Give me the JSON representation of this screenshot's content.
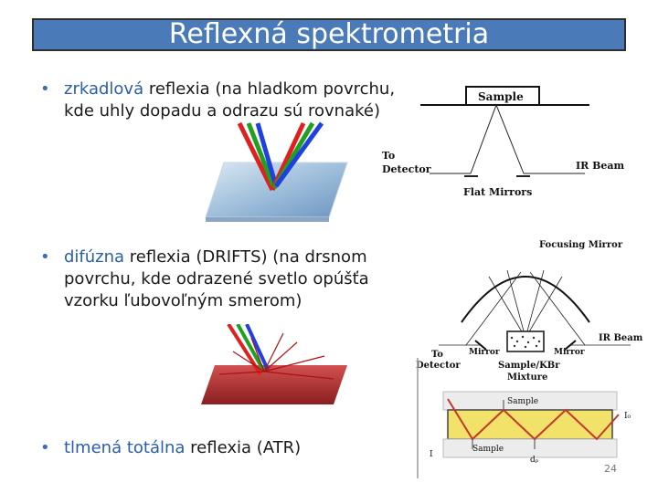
{
  "title": "Reflexná spektrometria",
  "bullets": [
    {
      "highlight": "zrkadlová",
      "line1_rest": " reflexia (na hladkom povrchu,",
      "line2": "kde uhly dopadu a odrazu sú rovnaké)"
    },
    {
      "highlight": "difúzna",
      "line1_rest": " reflexia (DRIFTS) (na drsnom",
      "line2": "povrchu, kde odrazené svetlo opúšťa",
      "line3": "vzorku ľubovoľným smerom)"
    },
    {
      "highlight": "tlmená totálna",
      "line1_rest": " reflexia (ATR)"
    }
  ],
  "diagram1": {
    "sample": "Sample",
    "to": "To",
    "detector": "Detector",
    "ir_beam": "IR Beam",
    "flat_mirrors": "Flat Mirrors"
  },
  "diagram2": {
    "focusing_mirror": "Focusing Mirror",
    "ir_beam": "IR Beam",
    "to": "To",
    "detector": "Detector",
    "mirror_left": "Mirror",
    "mirror_right": "Mirror",
    "sample_kbr": "Sample/KBr",
    "mixture": "Mixture"
  },
  "diagram3": {
    "sample_top": "Sample",
    "sample_bottom": "Sample",
    "label_i": "I",
    "label_io": "I₀",
    "label_dp": "dₚ"
  },
  "page_number": "24",
  "colors": {
    "title_bg": "#4a7ab8",
    "highlight": "#2a5ea8",
    "bullet": "#3b6cb4"
  }
}
